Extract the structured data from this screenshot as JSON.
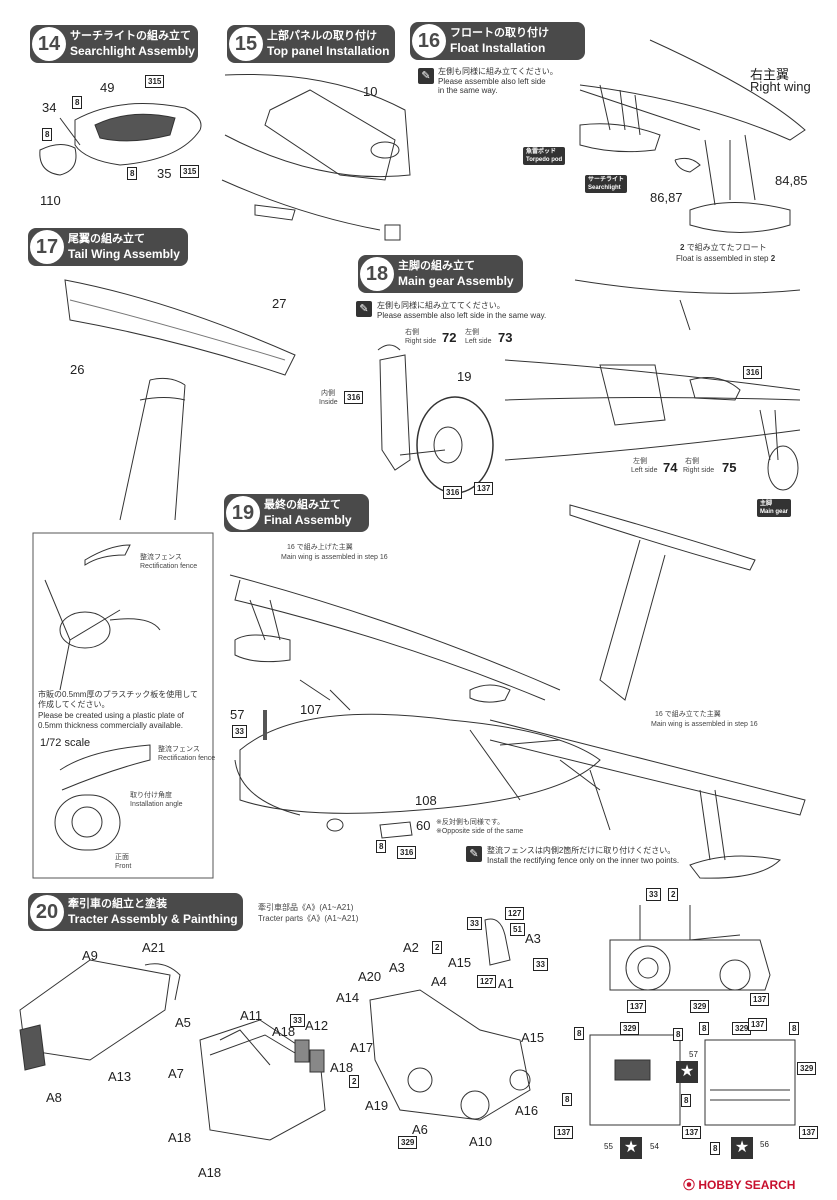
{
  "steps": {
    "s14": {
      "num": "14",
      "jp": "サーチライトの組み立て",
      "en": "Searchlight Assembly"
    },
    "s15": {
      "num": "15",
      "jp": "上部パネルの取り付け",
      "en": "Top panel Installation"
    },
    "s16": {
      "num": "16",
      "jp": "フロートの取り付け",
      "en": "Float Installation"
    },
    "s17": {
      "num": "17",
      "jp": "尾翼の組み立て",
      "en": "Tail Wing Assembly"
    },
    "s18": {
      "num": "18",
      "jp": "主脚の組み立て",
      "en": "Main gear Assembly"
    },
    "s19": {
      "num": "19",
      "jp": "最終の組み立て",
      "en": "Final Assembly"
    },
    "s20": {
      "num": "20",
      "jp": "牽引車の組立と塗装",
      "en": "Tracter Assembly & Painthing"
    }
  },
  "s14_parts": {
    "p49": "49",
    "p34": "34",
    "p35": "35",
    "p110": "110",
    "c8": "8",
    "c315": "315"
  },
  "s15_parts": {
    "p10": "10"
  },
  "s16": {
    "note_jp": "左側も同様に組み立てください。",
    "note_en1": "Please assemble also left side",
    "note_en2": "in the same way.",
    "wing_jp": "右主翼",
    "wing_en": "Right wing",
    "torpedo_jp": "魚雷ポッド",
    "torpedo_en": "Torpedo pod",
    "light_jp": "サーチライト",
    "light_en": "Searchlight",
    "p8687": "86,87",
    "p8485": "84,85",
    "float_jp_num": "2",
    "float_jp": "で組み立てたフロート",
    "float_en": "Float is assembled in step",
    "float_en_num": "2"
  },
  "s17_parts": {
    "p27": "27",
    "p26": "26"
  },
  "s18": {
    "note_jp": "左側も同様に組み立ててください。",
    "note_en": "Please assemble also left side in the same way.",
    "right_jp": "右側",
    "right_en": "Right side",
    "p72": "72",
    "left_jp": "左側",
    "left_en": "Left side",
    "p73": "73",
    "inside_jp": "内側",
    "inside_en": "Inside",
    "c316": "316",
    "p19": "19",
    "c137": "137",
    "l_left_jp": "左側",
    "l_left_en": "Left side",
    "p74": "74",
    "l_right_jp": "右側",
    "l_right_en": "Right side",
    "p75": "75",
    "gear_jp": "主脚",
    "gear_en": "Main gear"
  },
  "inset": {
    "fence_jp": "整流フェンス",
    "fence_en": "Rectification fence",
    "plastic_jp1": "市販の0.5mm厚のプラスチック板を使用して",
    "plastic_jp2": "作成してください。",
    "plastic_en1": "Please be created using a plastic plate of",
    "plastic_en2": "0.5mm thickness commercially available.",
    "scale": "1/72 scale",
    "angle_jp": "取り付け角度",
    "angle_en": "Installation angle",
    "front_jp": "正面",
    "front_en": "Front"
  },
  "s19": {
    "wing16_jp": "16 で組み上げた主翼",
    "wing16_en": "Main wing is assembled in step 16",
    "wing16b_jp": "16 で組み立てた主翼",
    "wing16b_en": "Main wing is assembled in step 16",
    "p57": "57",
    "c33": "33",
    "p107": "107",
    "p108": "108",
    "p60": "60",
    "opp_jp": "※反対側も同様です。",
    "opp_en": "※Opposite side of the same",
    "c8": "8",
    "c316": "316",
    "fence_jp": "整流フェンスは内側2箇所だけに取り付けください。",
    "fence_en": "Install the rectifying fence only on the inner two points."
  },
  "s20": {
    "parts_jp": "牽引車部品《A》(A1~A21)",
    "parts_en": "Tracter parts《A》(A1~A21)",
    "labels": [
      "A9",
      "A21",
      "A5",
      "A7",
      "A13",
      "A8",
      "A11",
      "A18",
      "A12",
      "A18",
      "A18",
      "A18",
      "A20",
      "A3",
      "A2",
      "A15",
      "A14",
      "A4",
      "A1",
      "A17",
      "A19",
      "A6",
      "A10",
      "A15",
      "A16",
      "A3"
    ],
    "codes": [
      "33",
      "127",
      "51",
      "2",
      "33",
      "127",
      "33",
      "2",
      "329",
      "33",
      "2",
      "137",
      "329",
      "137",
      "8",
      "329",
      "8",
      "8",
      "8",
      "137",
      "137",
      "8",
      "329",
      "8",
      "329",
      "8",
      "137",
      "137"
    ],
    "n57": "57",
    "n55": "55",
    "n54": "54",
    "n56": "56"
  },
  "watermark": "HOBBY SEARCH"
}
